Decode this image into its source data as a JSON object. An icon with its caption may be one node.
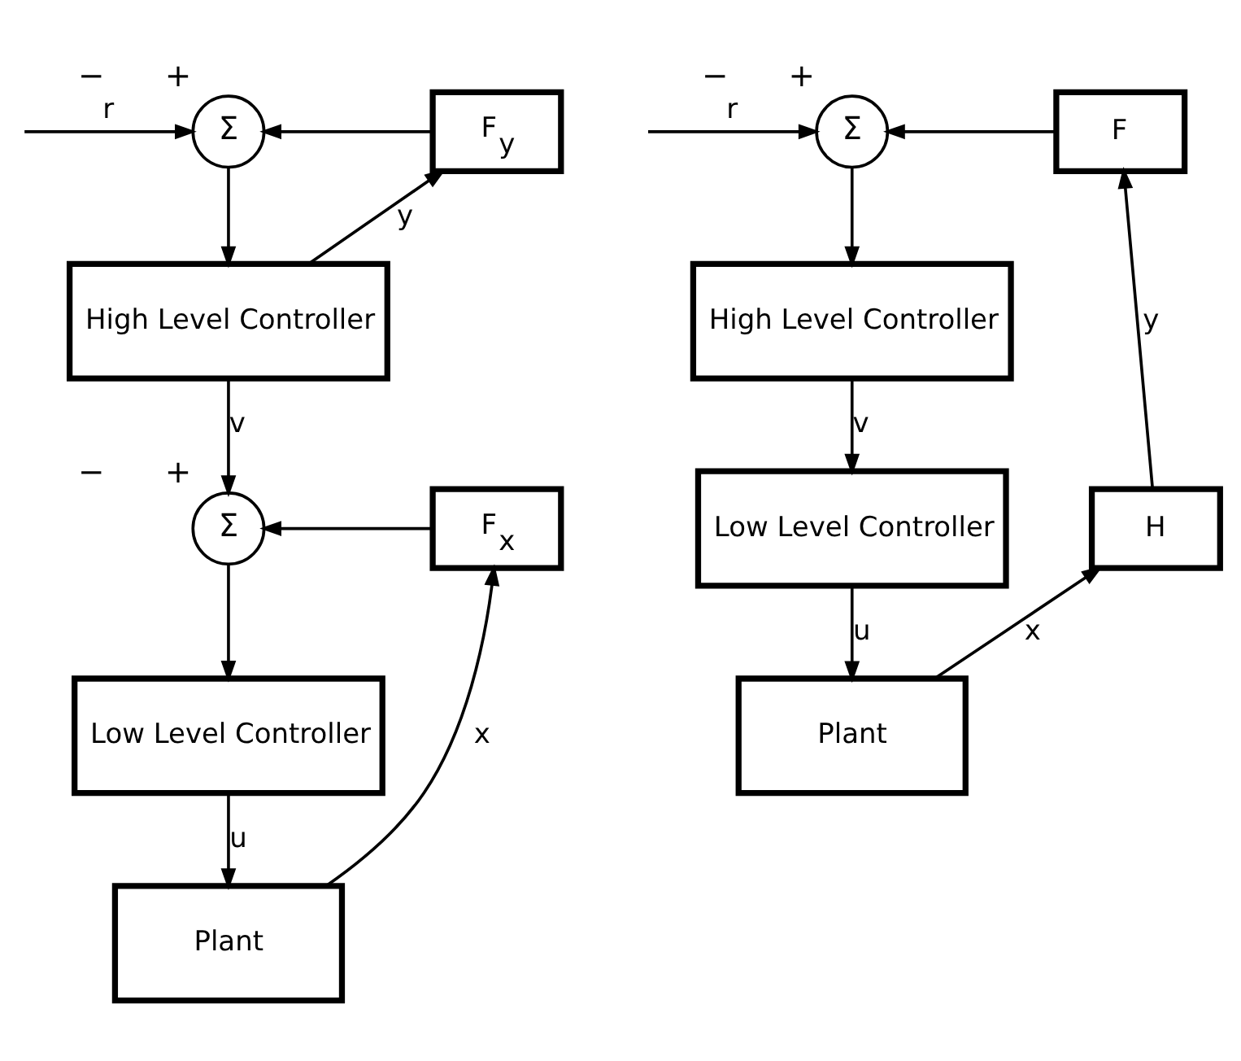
{
  "diagram": {
    "nodes": [
      {
        "text": [
          "Σ"
        ],
        "beside": [
          "−",
          "+"
        ]
      },
      {
        "text": [
          "F$_{y}$"
        ]
      },
      {
        "text": [
          "High Level Controller"
        ]
      },
      {
        "text": [
          "Σ"
        ],
        "beside": [
          "−",
          "+"
        ]
      },
      {
        "text": [
          "F$_{x}$"
        ]
      },
      {
        "text": [
          "Low Level Controller"
        ]
      },
      {
        "text": [
          "Plant"
        ]
      },
      {
        "text": [
          "Σ"
        ],
        "beside": [
          "−",
          "+"
        ]
      },
      {
        "text": [
          "F"
        ]
      },
      {
        "text": [
          "High Level Controller"
        ]
      },
      {
        "text": [
          "H"
        ]
      },
      {
        "text": [
          "Low Level Controller"
        ]
      },
      {
        "text": [
          "Plant"
        ]
      }
    ],
    "edges": [
      {
        "from": null,
        "to": 0,
        "arrow": "to",
        "label": "r"
      },
      {
        "from": 1,
        "to": 0,
        "arrow": "to"
      },
      {
        "from": 0,
        "to": 2,
        "arrow": "to"
      },
      {
        "from": 2,
        "to": 1,
        "arrow": "to",
        "label": "y"
      },
      {
        "from": 2,
        "to": 3,
        "arrow": "to",
        "label": "v"
      },
      {
        "from": 4,
        "to": 3,
        "arrow": "to"
      },
      {
        "from": 3,
        "to": 5,
        "arrow": "to"
      },
      {
        "from": 5,
        "to": 6,
        "arrow": "to",
        "label": "u"
      },
      {
        "from": 6,
        "to": 4,
        "arrow": "to",
        "label": "x"
      },
      {
        "from": null,
        "to": 7,
        "arrow": "to",
        "label": "r"
      },
      {
        "from": 8,
        "to": 7,
        "arrow": "to"
      },
      {
        "from": 7,
        "to": 9,
        "arrow": "to"
      },
      {
        "from": 9,
        "to": 11,
        "arrow": "to",
        "label": "v"
      },
      {
        "from": 11,
        "to": 12,
        "arrow": "to",
        "label": "u"
      },
      {
        "from": 12,
        "to": 10,
        "arrow": "to",
        "label": "x"
      },
      {
        "from": 10,
        "to": 8,
        "arrow": "to",
        "label": "y"
      }
    ]
  }
}
